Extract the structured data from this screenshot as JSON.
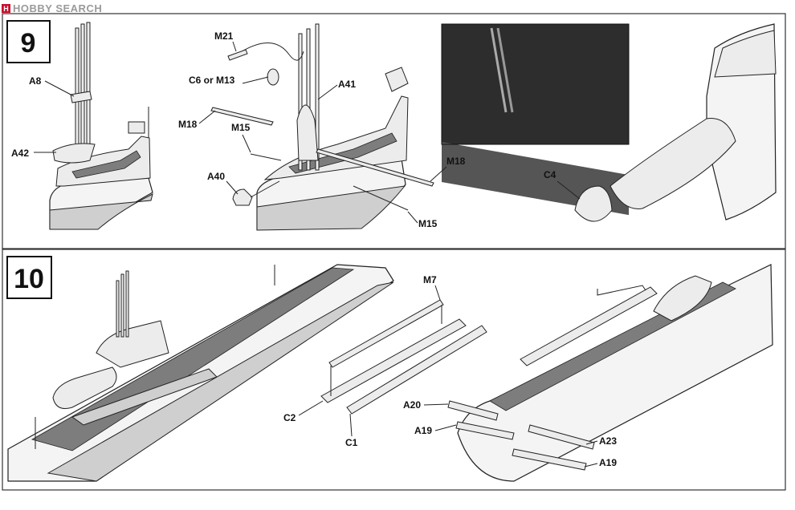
{
  "watermark": {
    "brand": "HOBBY SEARCH",
    "logo_color": "#c8102e"
  },
  "steps": [
    {
      "number": "9",
      "callouts": {
        "a8": "A8",
        "a42": "A42",
        "m21": "M21",
        "c6_m13": "C6 or M13",
        "a41": "A41",
        "m18_left": "M18",
        "m15_top": "M15",
        "a40": "A40",
        "m18_right": "M18",
        "m15_bottom": "M15",
        "c4": "C4"
      }
    },
    {
      "number": "10",
      "callouts": {
        "m7": "M7",
        "c2": "C2",
        "c1": "C1",
        "a20": "A20",
        "a19_left": "A19",
        "a23": "A23",
        "a19_right": "A19"
      }
    }
  ]
}
